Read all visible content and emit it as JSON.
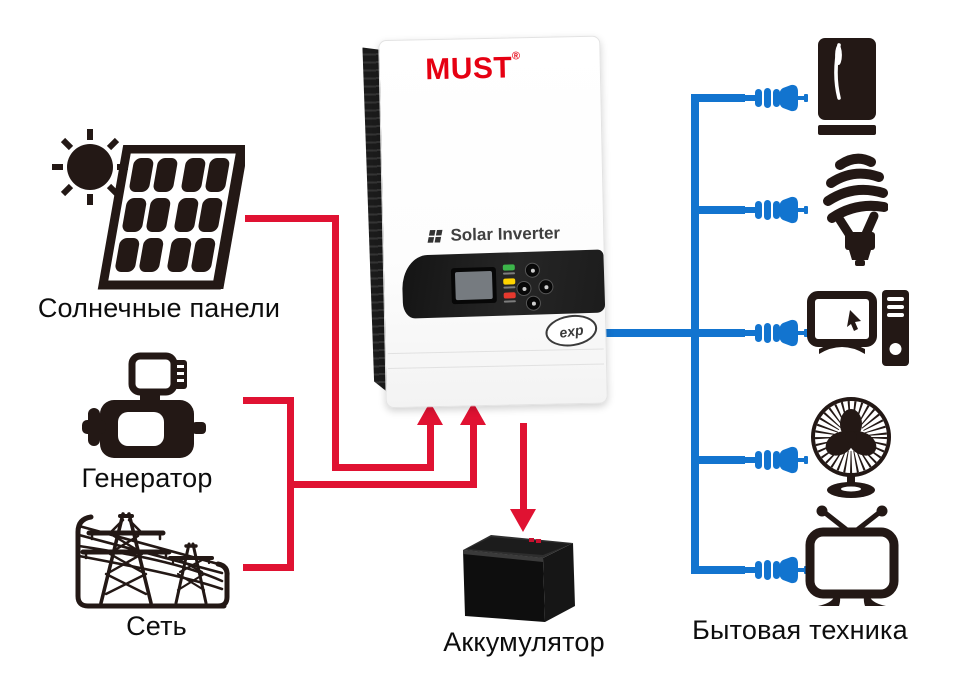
{
  "inverter": {
    "brand": "MUST",
    "trademark": "®",
    "product": "Solar Inverter",
    "badge": "exp"
  },
  "labels": {
    "solar": "Солнечные панели",
    "generator": "Генератор",
    "grid": "Сеть",
    "battery": "Аккумулятор",
    "appliances": "Бытовая техника"
  },
  "icons": {
    "left_column": [
      "sun-icon",
      "solar-panel-icon",
      "generator-icon",
      "power-grid-icon"
    ],
    "center": [
      "inverter-device",
      "battery-icon"
    ],
    "right_column": [
      "refrigerator-icon",
      "cfl-bulb-icon",
      "computer-icon",
      "fan-icon",
      "tv-icon"
    ],
    "connector": "plug-icon"
  },
  "colors": {
    "dc_line_red": "#e01232",
    "ac_line_blue": "#1274cf",
    "brand_red": "#e60012",
    "icon_black": "#231815",
    "led_green": "#3cb54a",
    "led_yellow": "#ffd400",
    "led_red": "#e6392e"
  }
}
